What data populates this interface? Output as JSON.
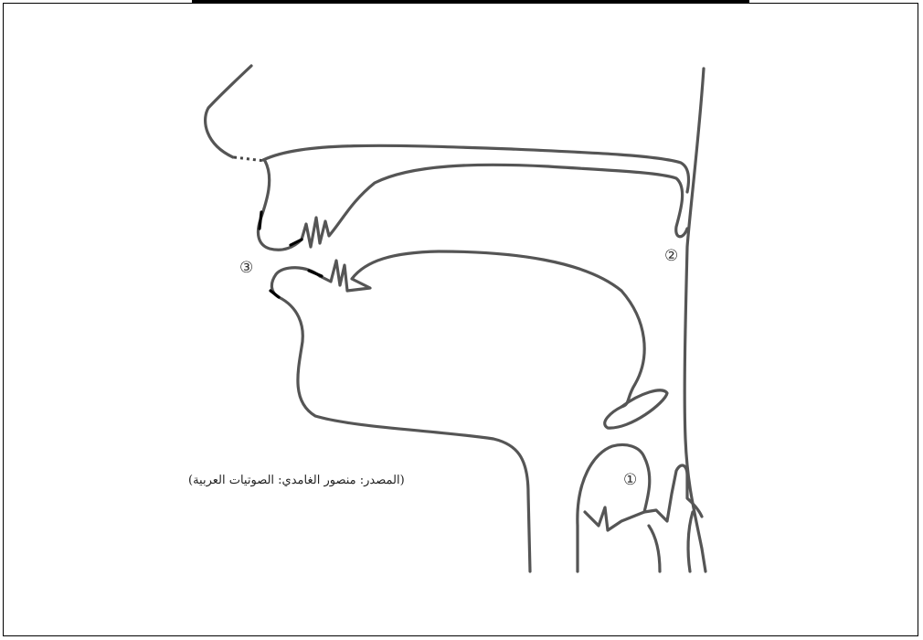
{
  "markers": {
    "larynx": "①",
    "velum": "②",
    "lips": "③"
  },
  "caption": "(المصدر: منصور الغامدي: الصوتيات العربية)"
}
